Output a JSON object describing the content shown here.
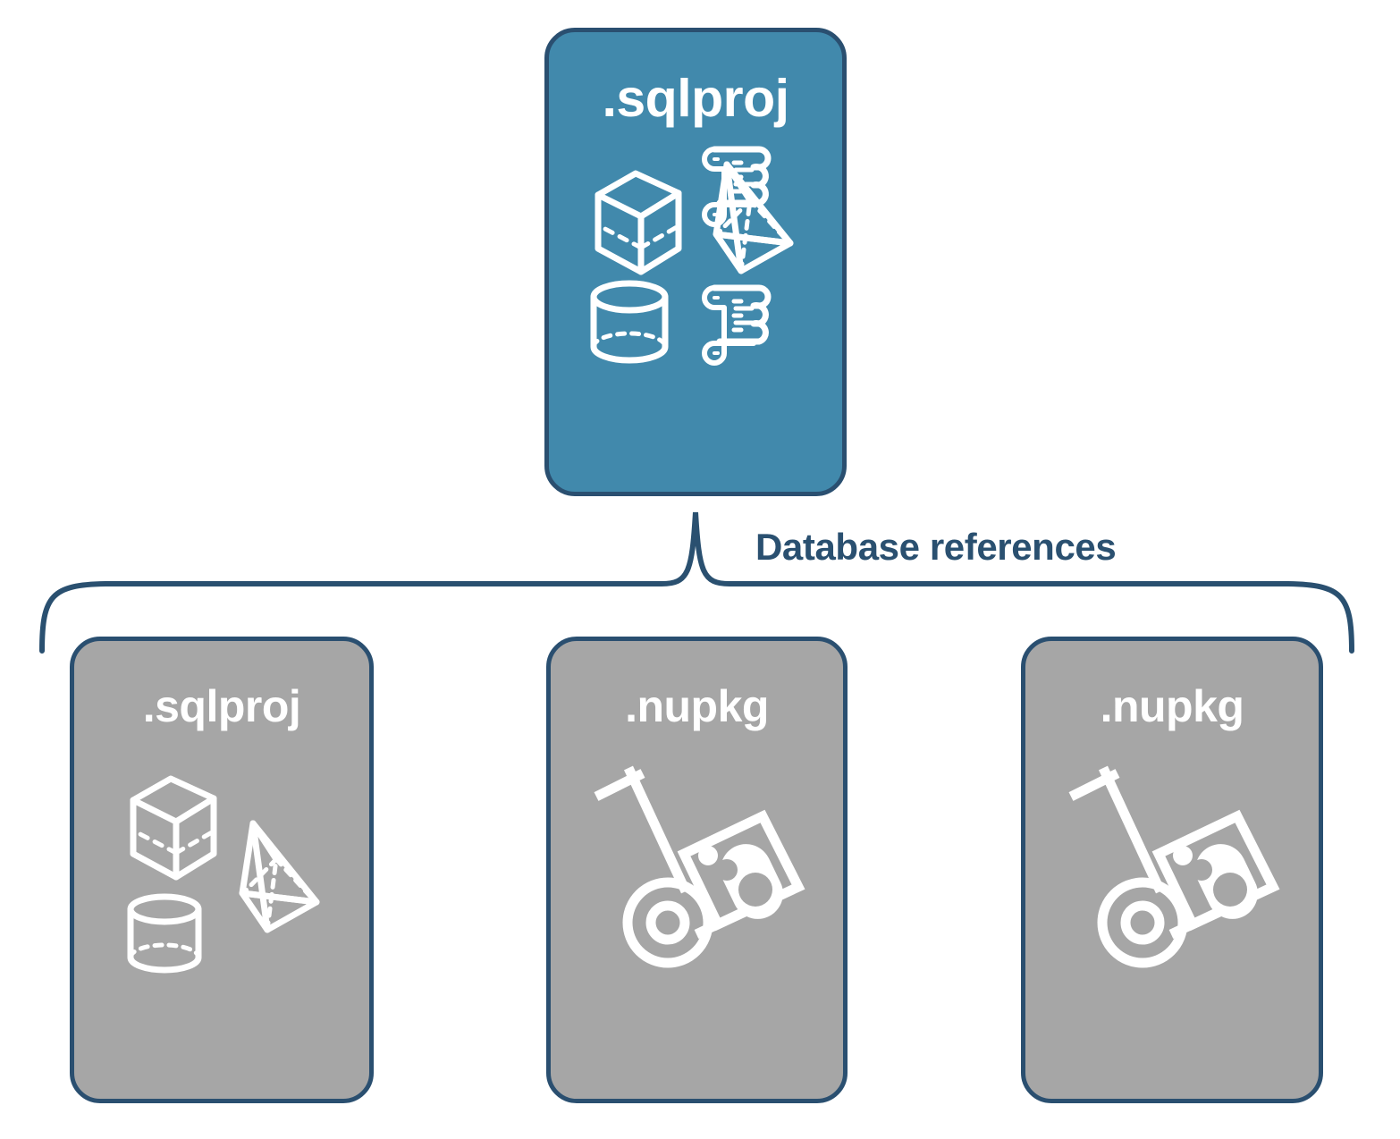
{
  "diagram": {
    "type": "hierarchy",
    "title": "SQL project database references",
    "colors": {
      "root_fill": "#4189ac",
      "reference_fill": "#a6a6a6",
      "border": "#2a4f70",
      "label_text": "#2a5070",
      "card_text": "#ffffff"
    },
    "connector": {
      "label": "Database references",
      "style": "curly-brace",
      "direction": "top-to-bottom"
    },
    "root": {
      "label": ".sqlproj",
      "fill": "teal",
      "icons": [
        "cube-wireframe-icon",
        "scroll-script-icon",
        "pyramid-wireframe-icon",
        "cylinder-wireframe-icon",
        "scroll-script-icon"
      ]
    },
    "references": [
      {
        "label": ".sqlproj",
        "fill": "gray",
        "icons": [
          "cube-wireframe-icon",
          "pyramid-wireframe-icon",
          "cylinder-wireframe-icon"
        ]
      },
      {
        "label": ".nupkg",
        "fill": "gray",
        "icons": [
          "nuget-package-dolly-icon"
        ]
      },
      {
        "label": ".nupkg",
        "fill": "gray",
        "icons": [
          "nuget-package-dolly-icon"
        ]
      }
    ]
  }
}
